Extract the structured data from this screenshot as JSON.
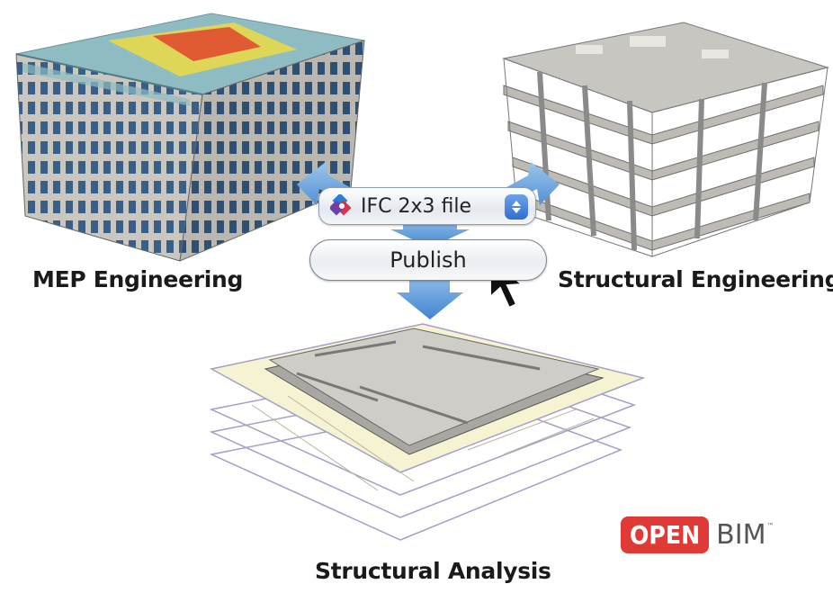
{
  "labels": {
    "mep": "MEP Engineering",
    "structural": "Structural Engineering",
    "analysis": "Structural Analysis"
  },
  "dropdown": {
    "value": "IFC 2x3 file"
  },
  "publish_button": {
    "label": "Publish"
  },
  "logo": {
    "open": "OPEN",
    "bim": "BIM",
    "tm": "™"
  },
  "colors": {
    "arrow": "#5b9bd8",
    "logo_red": "#e03a36",
    "building_glass": "#8fbcc2",
    "structure_gray": "#b8b6b0",
    "plan_paper": "#f6f3d2"
  }
}
